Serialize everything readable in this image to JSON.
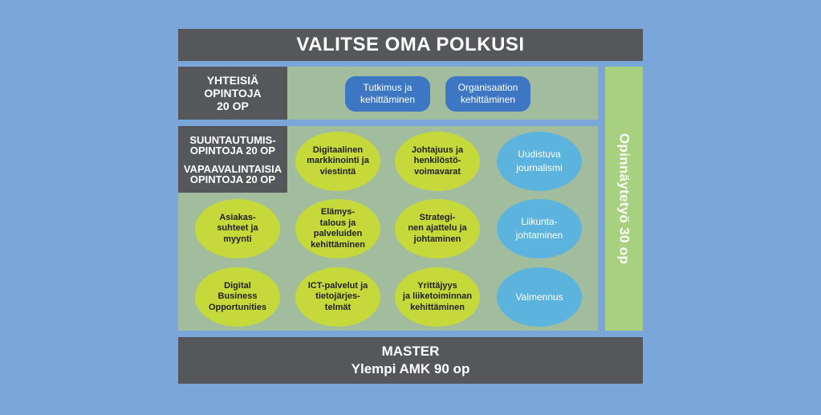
{
  "title": "VALITSE OMA POLKUSI",
  "common_studies": {
    "lines": [
      "YHTEISIÄ",
      "OPINTOJA",
      "20 OP"
    ],
    "pills": [
      {
        "lines": [
          "Tutkimus ja",
          "kehittäminen"
        ]
      },
      {
        "lines": [
          "Organisaation",
          "kehittäminen"
        ]
      }
    ]
  },
  "orientation_studies": {
    "lines1": [
      "SUUNTAUTUMIS-",
      "OPINTOJA 20 OP"
    ],
    "lines2": [
      "VAPAAVALINTAISIA",
      "OPINTOJA 20 OP"
    ]
  },
  "ellipses": [
    {
      "lines": [
        "Digitaalinen",
        "markkinointi ja",
        "viestintä"
      ]
    },
    {
      "lines": [
        "Johtajuus ja",
        "henkilöstö-",
        "voimavarat"
      ]
    },
    {
      "lines": [
        "Uudistuva",
        "journalismi"
      ]
    },
    {
      "lines": [
        "Asiakas-",
        "suhteet ja",
        "myynti"
      ]
    },
    {
      "lines": [
        "Elämys-",
        "talous ja",
        "palveluiden",
        "kehittäminen"
      ]
    },
    {
      "lines": [
        "Strategi-",
        "nen ajattelu ja",
        "johtaminen"
      ]
    },
    {
      "lines": [
        "Liikunta-",
        "johtaminen"
      ]
    },
    {
      "lines": [
        "Digital",
        "Business",
        "Opportunities"
      ]
    },
    {
      "lines": [
        "ICT-palvelut ja",
        "tietojärjes-",
        "telmät"
      ]
    },
    {
      "lines": [
        "Yrittäjyys",
        "ja liiketoiminnan",
        "kehittäminen"
      ]
    },
    {
      "lines": [
        "Valmennus"
      ]
    }
  ],
  "thesis": "Opinnäytetyö 30 op",
  "master": {
    "line1": "MASTER",
    "line2": "Ylempi AMK 90 op"
  },
  "colors": {
    "background": "#7ba6d9",
    "dark_box": "#56575b",
    "panel": "#a2bd9d",
    "thesis": "#a7d180",
    "pill": "#3d77c4",
    "lime": "#c6d93a",
    "sky": "#5cb4de"
  }
}
